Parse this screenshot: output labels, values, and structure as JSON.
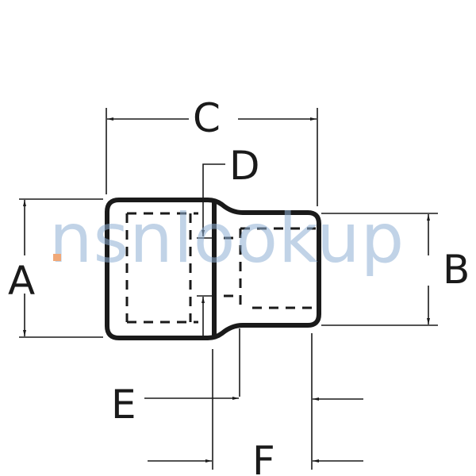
{
  "diagram": {
    "subject": "socket adapter dimension drawing",
    "labels": {
      "A": "A",
      "B": "B",
      "C": "C",
      "D": "D",
      "E": "E",
      "F": "F"
    },
    "watermark": {
      "text": "nsnlookup",
      "text_color": "#8fb0d4",
      "dot_color": "#f0a878"
    },
    "colors": {
      "line": "#1a1a1a",
      "background": "#ffffff"
    }
  }
}
